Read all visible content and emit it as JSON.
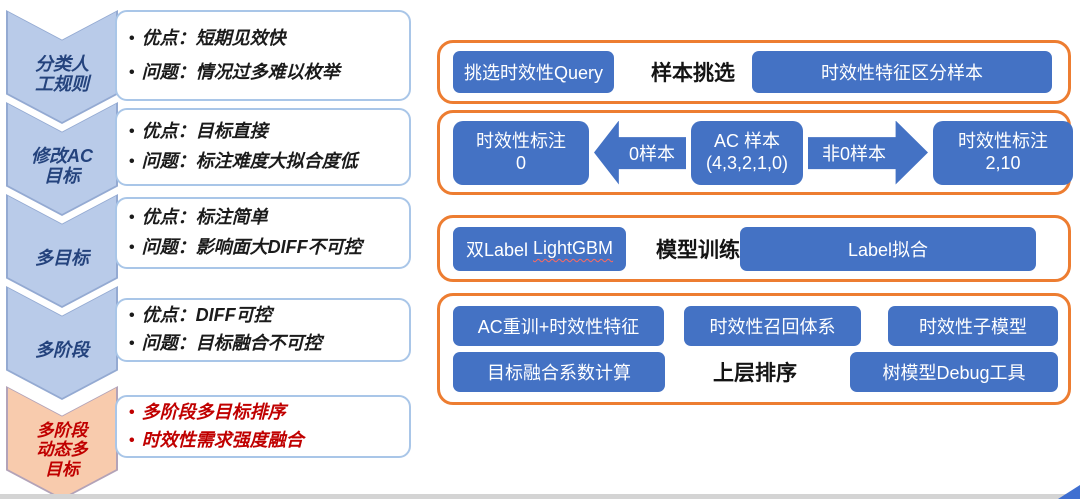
{
  "left_flow": {
    "rows": [
      {
        "stage": "分类人\n工规则",
        "bullets": [
          "优点：短期见效快",
          "问题：情况过多难以枚举"
        ]
      },
      {
        "stage": "修改AC\n目标",
        "bullets": [
          "优点：目标直接",
          "问题：标注难度大拟合度低"
        ]
      },
      {
        "stage": "多目标",
        "bullets": [
          "优点：标注简单",
          "问题：影响面大DIFF不可控"
        ]
      },
      {
        "stage": "多阶段",
        "bullets": [
          "优点：DIFF可控",
          "问题：目标融合不可控"
        ]
      },
      {
        "stage": "多阶段\n动态多\n目标",
        "bullets": [
          "多阶段多目标排序",
          "时效性需求强度融合"
        ]
      }
    ]
  },
  "pipeline": {
    "stage1": {
      "button_left": "挑选时效性Query",
      "label": "样本挑选",
      "button_right": "时效性特征区分样本"
    },
    "stage2": {
      "box_left": "时效性标注\n0",
      "arrow_left_label": "0样本",
      "box_center": "AC 样本\n(4,3,2,1,0)",
      "arrow_right_label": "非0样本",
      "box_right": "时效性标注\n2,10"
    },
    "stage3": {
      "button_left_prefix": "双Label",
      "button_left_misspelled": "LightGBM",
      "label": "模型训练",
      "button_right": "Label拟合"
    },
    "stage4": {
      "row1_buttons": [
        "AC重训+时效性特征",
        "时效性召回体系",
        "时效性子模型"
      ],
      "row2_button_left": "目标融合系数计算",
      "row2_label": "上层排序",
      "row2_button_right": "树模型Debug工具"
    }
  },
  "colors": {
    "button_blue": "#4472c4",
    "container_orange": "#ed7d31",
    "chevron_blue_fill": "#b9cbe9",
    "chevron_orange_fill": "#f8cbad",
    "stage_text_blue": "#24437d",
    "highlight_red": "#c00000"
  }
}
